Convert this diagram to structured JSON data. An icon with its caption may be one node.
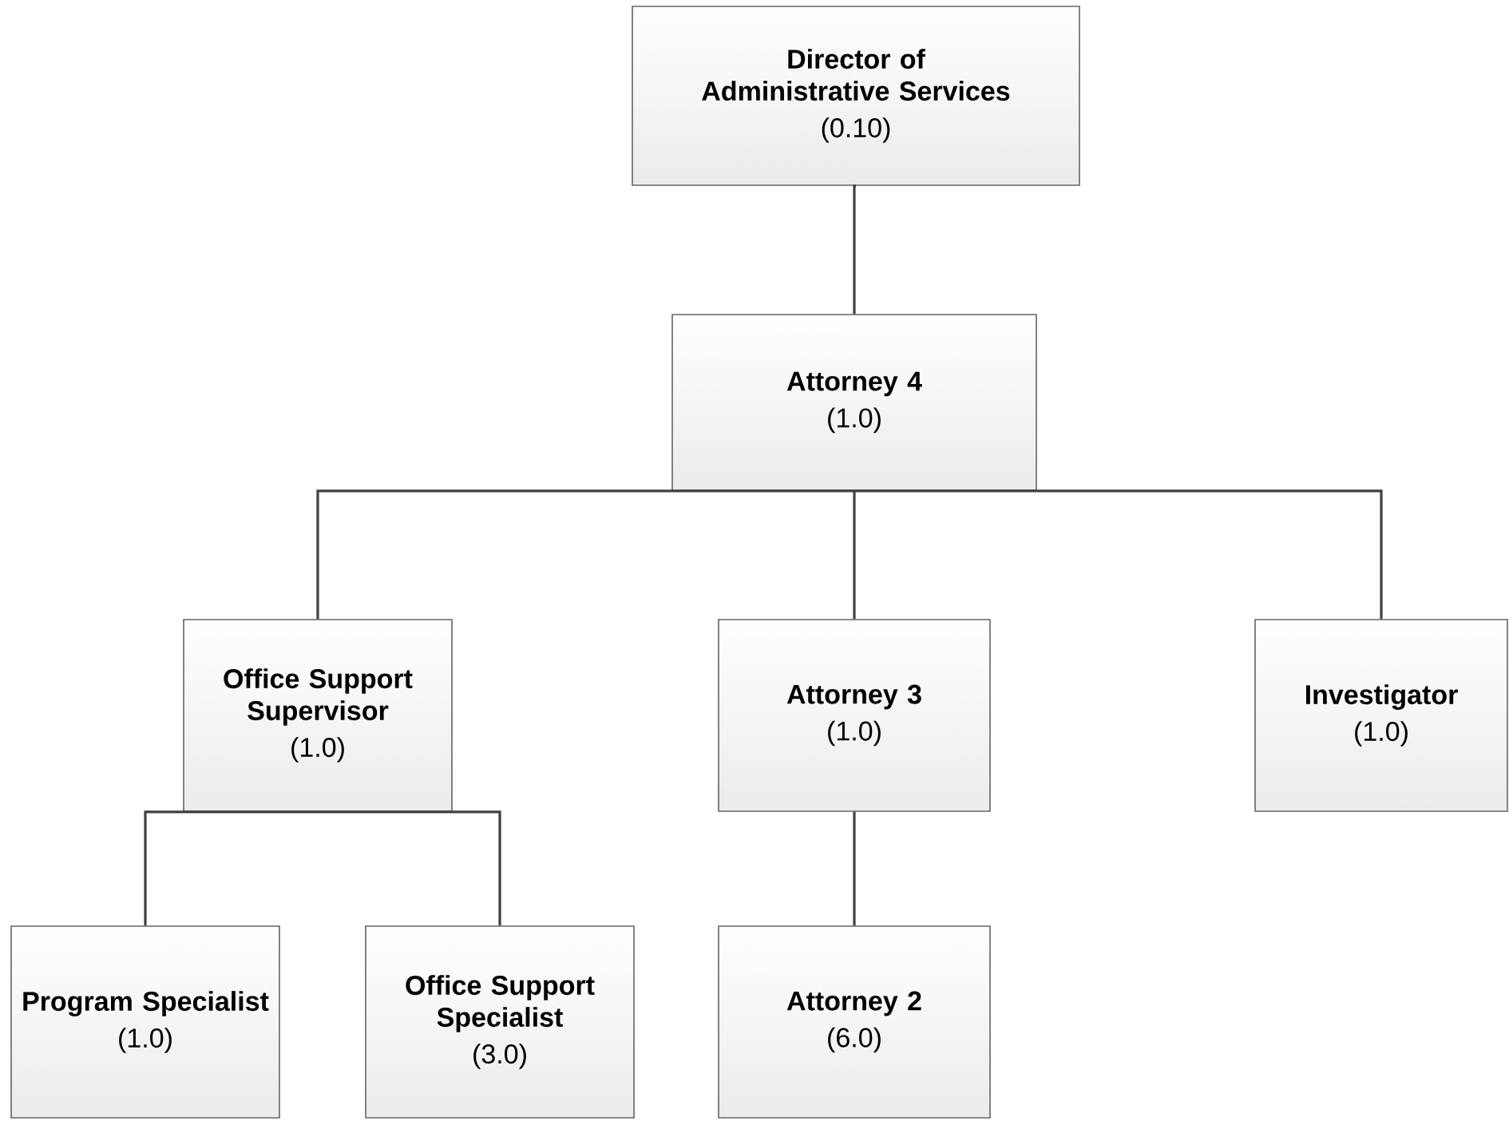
{
  "diagram": {
    "nodes": [
      {
        "text": [
          "Director of Administrative Services",
          "(0.10)"
        ]
      },
      {
        "text": [
          "Attorney 4",
          "(1.0)"
        ]
      },
      {
        "text": [
          "Office Support Supervisor",
          "(1.0)"
        ]
      },
      {
        "text": [
          "Attorney 3",
          "(1.0)"
        ]
      },
      {
        "text": [
          "Investigator",
          "(1.0)"
        ]
      },
      {
        "text": [
          "Program Specialist",
          "(1.0)"
        ]
      },
      {
        "text": [
          "Office Support Specialist",
          "(3.0)"
        ]
      },
      {
        "text": [
          "Attorney 2",
          "(6.0)"
        ]
      }
    ],
    "edges": [
      {
        "from": 0,
        "to": 1,
        "arrow": "none"
      },
      {
        "from": 1,
        "to": 2,
        "arrow": "none"
      },
      {
        "from": 1,
        "to": 3,
        "arrow": "none"
      },
      {
        "from": 1,
        "to": 4,
        "arrow": "none"
      },
      {
        "from": 2,
        "to": 5,
        "arrow": "none"
      },
      {
        "from": 2,
        "to": 6,
        "arrow": "none"
      },
      {
        "from": 3,
        "to": 7,
        "arrow": "none"
      }
    ]
  }
}
